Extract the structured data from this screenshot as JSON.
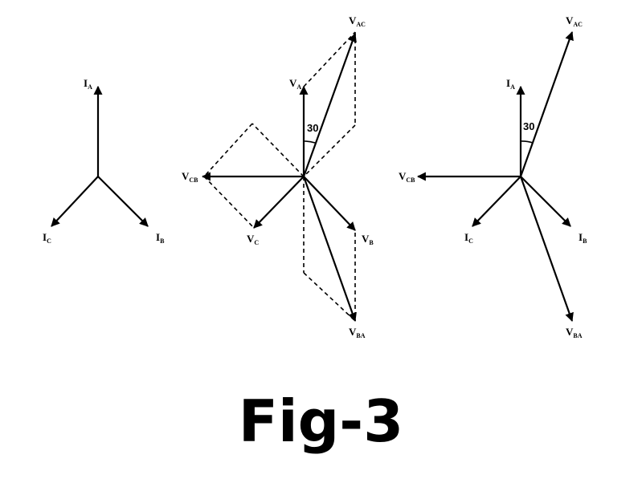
{
  "figure": {
    "caption": "Fig-3",
    "angle_label": "30",
    "panel_left": {
      "labels": [
        {
          "main": "I",
          "sub": "A"
        },
        {
          "main": "I",
          "sub": "C"
        },
        {
          "main": "I",
          "sub": "B"
        }
      ]
    },
    "panel_middle": {
      "labels": [
        {
          "main": "V",
          "sub": "AC"
        },
        {
          "main": "V",
          "sub": "A"
        },
        {
          "main": "V",
          "sub": "CB"
        },
        {
          "main": "V",
          "sub": "C"
        },
        {
          "main": "V",
          "sub": "B"
        },
        {
          "main": "V",
          "sub": "BA"
        }
      ]
    },
    "panel_right": {
      "labels": [
        {
          "main": "V",
          "sub": "AC"
        },
        {
          "main": "I",
          "sub": "A"
        },
        {
          "main": "V",
          "sub": "CB"
        },
        {
          "main": "I",
          "sub": "C"
        },
        {
          "main": "I",
          "sub": "B"
        },
        {
          "main": "V",
          "sub": "BA"
        }
      ]
    }
  }
}
